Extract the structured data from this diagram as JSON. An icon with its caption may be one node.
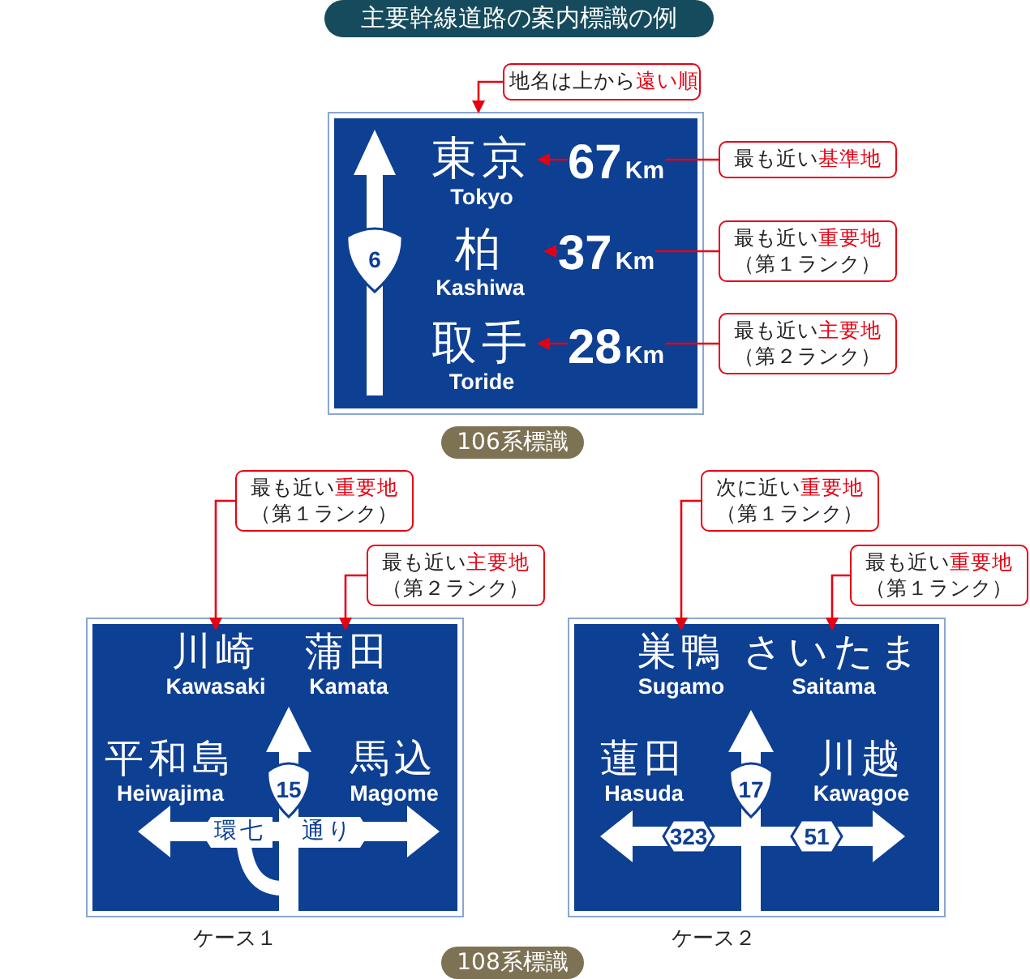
{
  "diagram": {
    "title": "主要幹線道路の案内標識の例",
    "nodes": [
      {
        "text": [
          "地名は上から**遠い順**"
        ]
      },
      {
        "text": [],
        "shape": "box"
      },
      {
        "text": [
          "東京",
          "Tokyo"
        ],
        "in": 1,
        "beside": [
          "67",
          "Km"
        ]
      },
      {
        "text": [
          "6"
        ],
        "in": 1
      },
      {
        "text": [
          "柏",
          "Kashiwa"
        ],
        "in": 1,
        "beside": [
          "37",
          "Km"
        ]
      },
      {
        "text": [
          "取手",
          "Toride"
        ],
        "in": 1,
        "beside": [
          "28",
          "Km"
        ]
      },
      {
        "text": [
          "最も近い**基準地**"
        ]
      },
      {
        "text": [
          "最も近い**重要地**（第１ランク）"
        ]
      },
      {
        "text": [
          "最も近い**主要地**（第２ランク）"
        ]
      },
      {
        "text": [
          "最も近い**重要地**（第１ランク）"
        ]
      },
      {
        "text": [
          "最も近い**主要地**（第２ランク）"
        ]
      },
      {
        "text": [
          "次に近い**重要地**（第１ランク）"
        ]
      },
      {
        "text": [
          "最も近い**重要地**（第１ランク）"
        ]
      },
      {
        "text": [],
        "shape": "box"
      },
      {
        "text": [
          "川崎",
          "Kawasaki"
        ],
        "in": 13
      },
      {
        "text": [
          "蒲田",
          "Kamata"
        ],
        "in": 13
      },
      {
        "text": [
          "平和島",
          "Heiwajima"
        ],
        "in": 13
      },
      {
        "text": [
          "15"
        ],
        "in": 13
      },
      {
        "text": [
          "馬込",
          "Magome"
        ],
        "in": 13
      },
      {
        "text": [
          "環七",
          "通り"
        ],
        "in": 13
      },
      {
        "text": [],
        "shape": "box"
      },
      {
        "text": [
          "巣鴨",
          "Sugamo"
        ],
        "in": 20
      },
      {
        "text": [
          "さいたま",
          "Saitama"
        ],
        "in": 20
      },
      {
        "text": [
          "蓮田",
          "Hasuda"
        ],
        "in": 20
      },
      {
        "text": [
          "17"
        ],
        "in": 20
      },
      {
        "text": [
          "川越",
          "Kawagoe"
        ],
        "in": 20
      },
      {
        "text": [
          "323"
        ],
        "in": 20
      },
      {
        "text": [
          "51"
        ],
        "in": 20
      }
    ],
    "edges": [
      {
        "from": 0,
        "to": 1,
        "arrow": "to"
      },
      {
        "from": 6,
        "to": 2,
        "arrow": "to"
      },
      {
        "from": 7,
        "to": 4,
        "arrow": "to"
      },
      {
        "from": 8,
        "to": 5,
        "arrow": "to"
      },
      {
        "from": 9,
        "to": 14,
        "arrow": "to"
      },
      {
        "from": 10,
        "to": 15,
        "arrow": "to"
      },
      {
        "from": 11,
        "to": 21,
        "arrow": "to"
      },
      {
        "from": 12,
        "to": 22,
        "arrow": "to"
      }
    ],
    "labels": [
      "106系標識",
      "ケース１",
      "ケース２",
      "108系標識"
    ]
  }
}
